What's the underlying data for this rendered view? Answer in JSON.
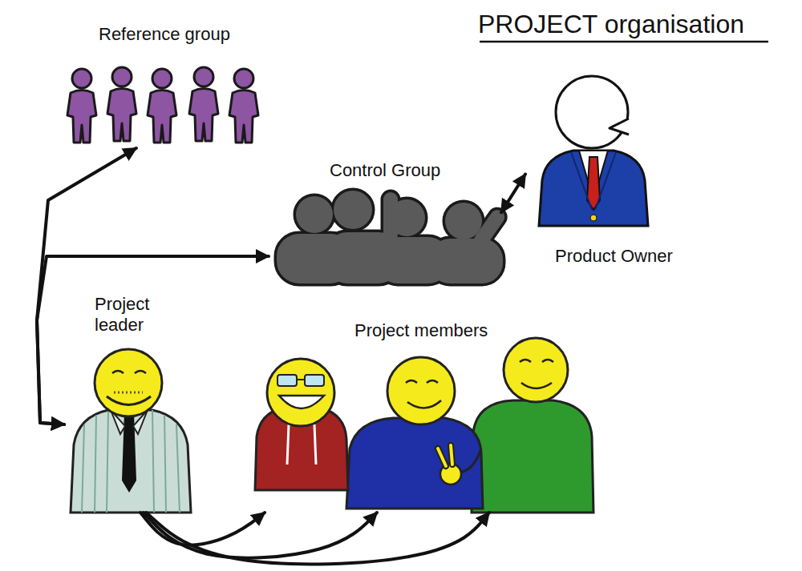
{
  "diagram": {
    "title": "PROJECT organisation",
    "nodes": [
      {
        "text": [
          "Reference group"
        ]
      },
      {
        "text": [
          "Control Group"
        ]
      },
      {
        "text": [
          "Product Owner"
        ]
      },
      {
        "text": [
          "Project leader"
        ]
      },
      {
        "text": [
          "Project members"
        ]
      }
    ],
    "edges": [
      {
        "from": 3,
        "to": 0,
        "arrow": "both"
      },
      {
        "from": 3,
        "to": 1,
        "arrow": "both"
      },
      {
        "from": 1,
        "to": 2,
        "arrow": "both"
      },
      {
        "from": 3,
        "to": 4,
        "arrow": "to"
      },
      {
        "from": 3,
        "to": 4,
        "arrow": "to"
      },
      {
        "from": 3,
        "to": 4,
        "arrow": "to"
      }
    ]
  }
}
